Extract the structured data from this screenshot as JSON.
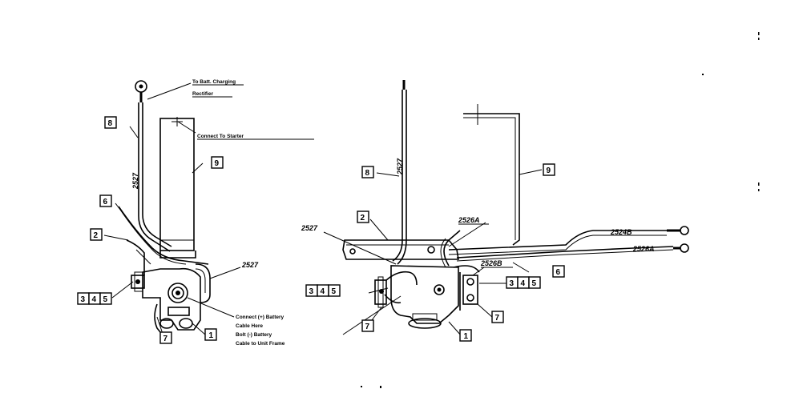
{
  "notes": {
    "battery_charging": [
      "To Batt. Charging",
      "Rectifier"
    ],
    "connect_starter": "Connect To Starter",
    "battery_connection": [
      "Connect (+) Battery",
      "Cable Here",
      "Bolt (-) Battery",
      "Cable to Unit Frame"
    ]
  },
  "wires": {
    "left_2527_vertical": "2527",
    "left_2527_horizontal": "2527",
    "right_2527_vertical": "2527",
    "right_2527_horizontal": "2527",
    "w2526a_top": "2526A",
    "w2526b": "2526B",
    "w2524b": "2524B",
    "w2526a_right": "2526A"
  },
  "callouts": {
    "left": {
      "c8": "8",
      "c9": "9",
      "c6": "6",
      "c2": "2",
      "c3": "3",
      "c4": "4",
      "c5": "5",
      "c7": "7",
      "c1": "1"
    },
    "right": {
      "c8": "8",
      "c9": "9",
      "c2": "2",
      "c6": "6",
      "c3a": "3",
      "c4a": "4",
      "c5a": "5",
      "c3b": "3",
      "c4b": "4",
      "c5b": "5",
      "c7a": "7",
      "c7b": "7",
      "c1": "1"
    }
  }
}
